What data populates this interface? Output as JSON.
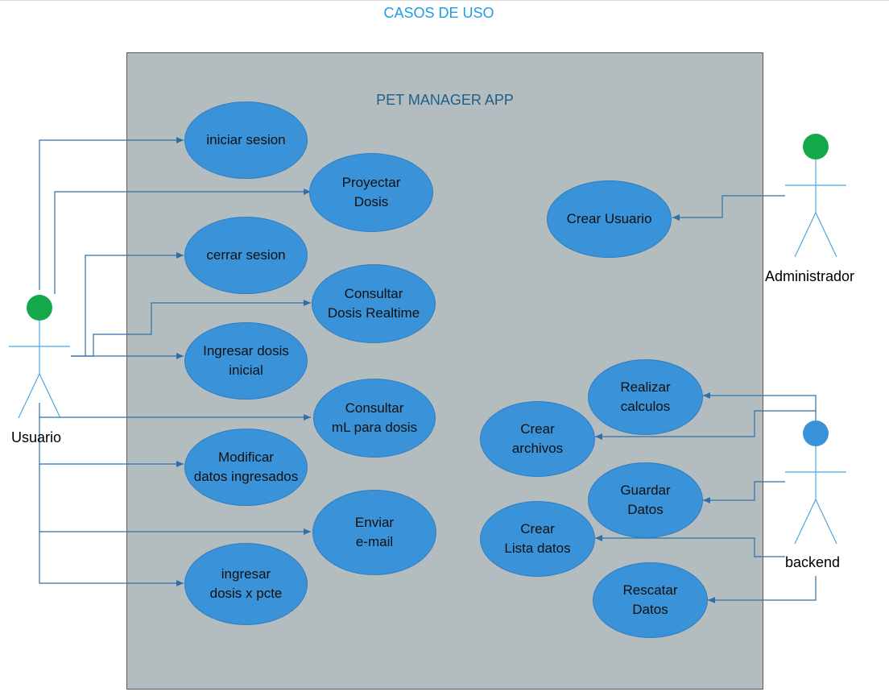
{
  "header": {
    "title": "CASOS DE USO"
  },
  "system": {
    "title": "PET MANAGER APP"
  },
  "actors": {
    "usuario": {
      "label": "Usuario",
      "head_color": "#13a84a"
    },
    "administrador": {
      "label": "Administrador",
      "head_color": "#13a84a"
    },
    "backend": {
      "label": "backend",
      "head_color": "#3a92d8"
    }
  },
  "use_cases": {
    "iniciar_sesion": "iniciar sesion",
    "proyectar_dosis": "Proyectar\nDosis",
    "cerrar_sesion": "cerrar sesion",
    "consultar_dosis_realtime": "Consultar\nDosis Realtime",
    "ingresar_dosis_inicial": "Ingresar dosis\ninicial",
    "consultar_ml_para_dosis": "Consultar\nmL para dosis",
    "modificar_datos_ingresados": "Modificar\ndatos ingresados",
    "enviar_email": "Enviar\ne-mail",
    "ingresar_dosis_x_pcte": "ingresar\ndosis x pcte",
    "crear_usuario": "Crear Usuario",
    "realizar_calculos": "Realizar\ncalculos",
    "crear_archivos": "Crear\narchivos",
    "guardar_datos": "Guardar\nDatos",
    "crear_lista_datos": "Crear\nLista datos",
    "rescatar_datos": "Rescatar\nDatos"
  },
  "colors": {
    "use_case_fill": "#3a92d8",
    "system_fill": "#b3bdbf",
    "edge": "#2f6fa8",
    "title": "#1e9ee6"
  }
}
